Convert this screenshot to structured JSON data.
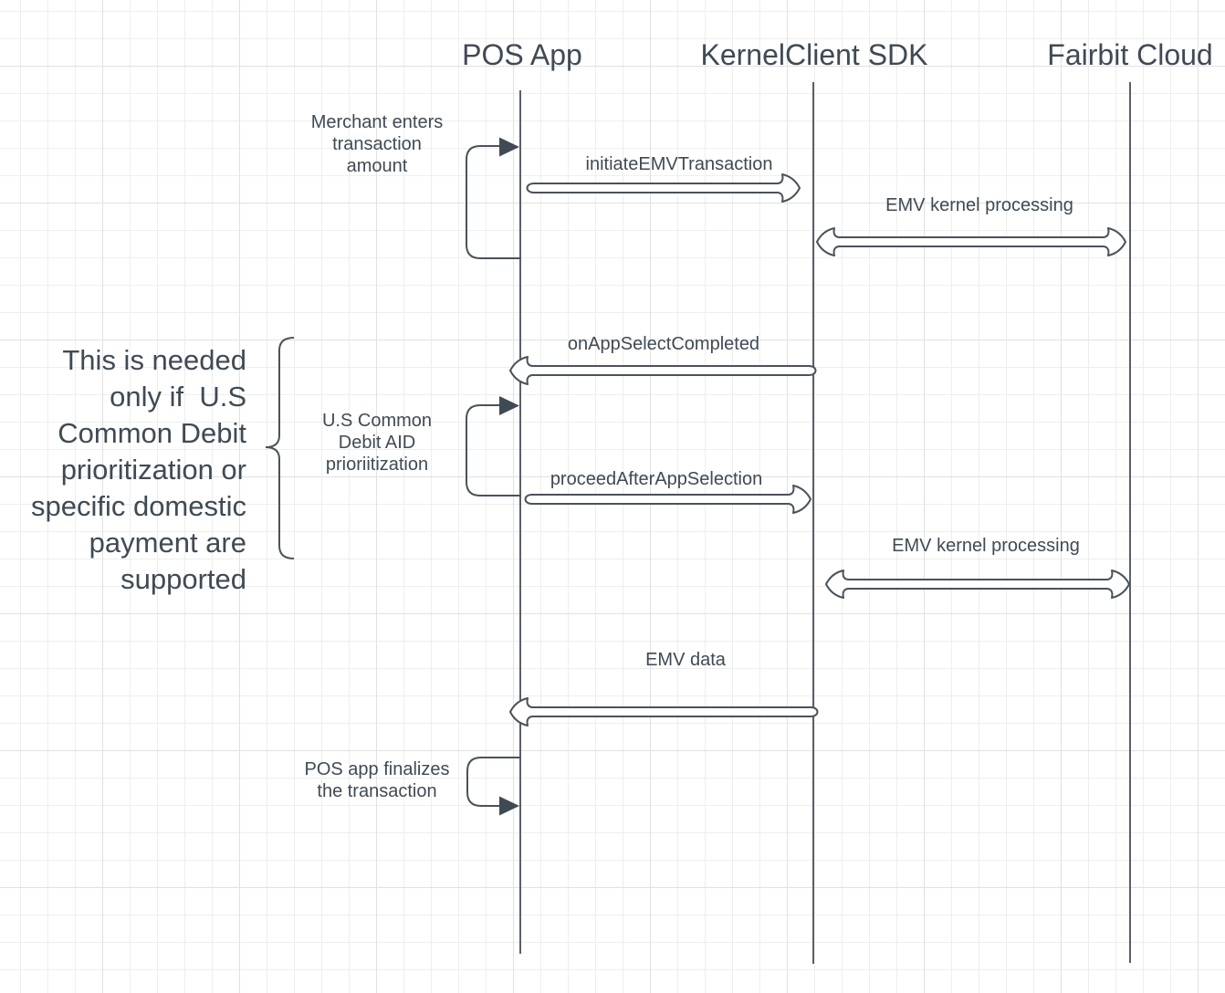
{
  "diagram": {
    "actors": [
      {
        "label": "POS App"
      },
      {
        "label": "KernelClient SDK"
      },
      {
        "label": "Fairbit Cloud"
      }
    ],
    "messages": [
      {
        "label": "Merchant enters\ntransaction\namount",
        "kind": "self-loop",
        "actor": "POS App"
      },
      {
        "label": "initiateEMVTransaction",
        "kind": "arrow-right",
        "from": "POS App",
        "to": "KernelClient SDK"
      },
      {
        "label": "EMV kernel processing",
        "kind": "arrow-both",
        "from": "KernelClient SDK",
        "to": "Fairbit Cloud"
      },
      {
        "label": "onAppSelectCompleted",
        "kind": "arrow-left",
        "from": "KernelClient SDK",
        "to": "POS App"
      },
      {
        "label": "U.S Common\nDebit AID\nprioriitization",
        "kind": "self-loop",
        "actor": "POS App"
      },
      {
        "label": "proceedAfterAppSelection",
        "kind": "arrow-right",
        "from": "POS App",
        "to": "KernelClient SDK"
      },
      {
        "label": "EMV kernel processing",
        "kind": "arrow-both",
        "from": "KernelClient SDK",
        "to": "Fairbit Cloud"
      },
      {
        "label": "EMV data",
        "kind": "arrow-left",
        "from": "KernelClient SDK",
        "to": "POS App"
      },
      {
        "label": "POS app finalizes\nthe transaction",
        "kind": "self-loop",
        "actor": "POS App"
      }
    ],
    "note": {
      "text": "This is needed\nonly if  U.S\nCommon Debit\nprioritization or\nspecific domestic\npayment are\nsupported"
    },
    "colors": {
      "text": "#3f4a54",
      "shape_stroke": "#4a525b",
      "lifeline": "#596069",
      "arrow_fill": "#ffffff",
      "grid_minor": "#eeeeee",
      "grid_major": "#e1e1e1",
      "background": "#ffffff"
    }
  }
}
